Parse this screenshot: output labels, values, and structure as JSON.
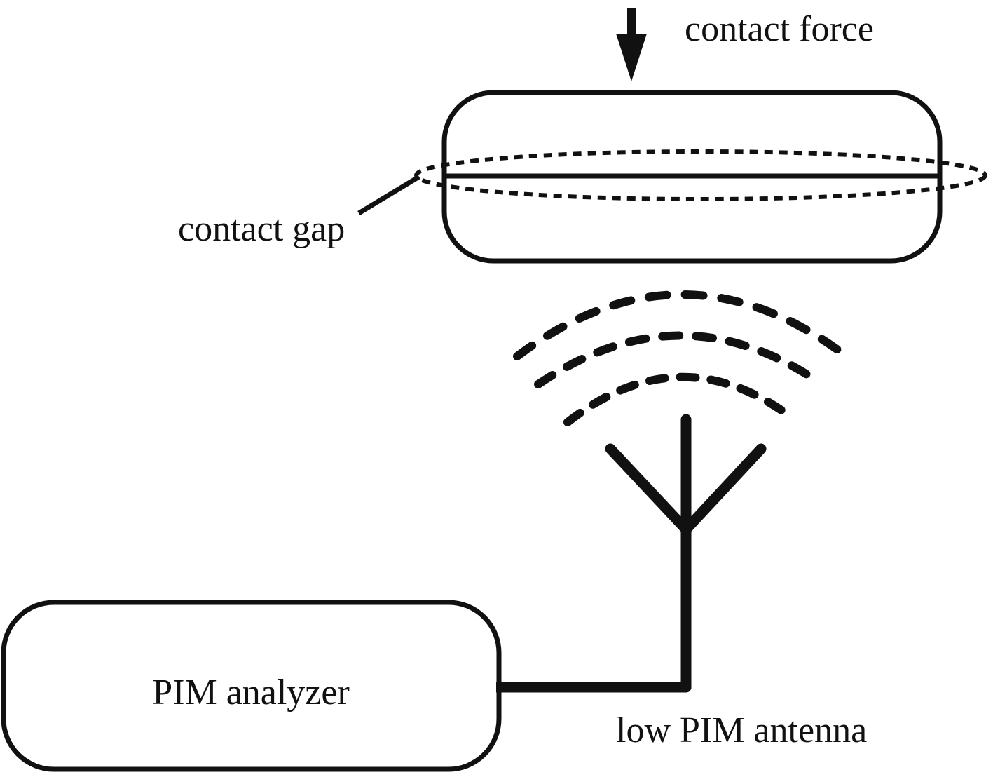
{
  "labels": {
    "contact_force": "contact force",
    "contact_gap": "contact gap",
    "pim_analyzer": "PIM analyzer",
    "low_pim_antenna": "low PIM antenna"
  },
  "colors": {
    "stroke": "#111111",
    "background": "#ffffff"
  },
  "icons": {
    "force_arrow": "down-arrow-icon",
    "antenna": "antenna-icon",
    "radio_waves": "radio-waves-icon"
  }
}
